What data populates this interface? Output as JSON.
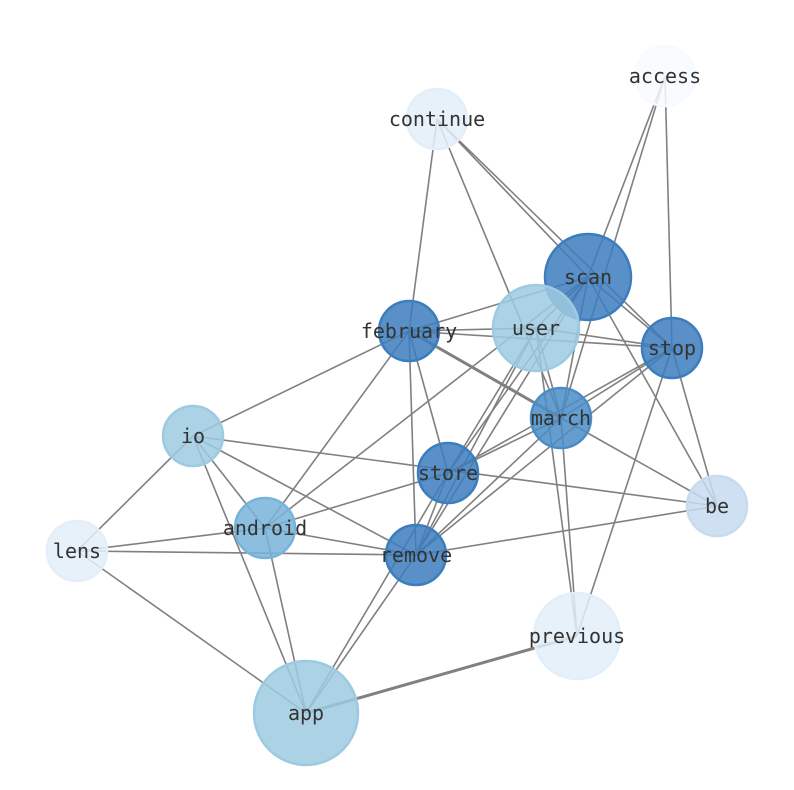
{
  "nodes": [
    {
      "id": "access",
      "label": "access",
      "color": "#f7fbff"
    },
    {
      "id": "continue",
      "label": "continue",
      "color": "#e3eef9"
    },
    {
      "id": "scan",
      "label": "scan",
      "color": "#3b7dbd"
    },
    {
      "id": "user",
      "label": "user",
      "color": "#9ecae1"
    },
    {
      "id": "february",
      "label": "february",
      "color": "#3b7dbd"
    },
    {
      "id": "stop",
      "label": "stop",
      "color": "#3b7dbd"
    },
    {
      "id": "march",
      "label": "march",
      "color": "#4a8cc6"
    },
    {
      "id": "io",
      "label": "io",
      "color": "#9ecae1"
    },
    {
      "id": "store",
      "label": "store",
      "color": "#3b7dbd"
    },
    {
      "id": "be",
      "label": "be",
      "color": "#c6dbef"
    },
    {
      "id": "android",
      "label": "android",
      "color": "#78b4d9"
    },
    {
      "id": "lens",
      "label": "lens",
      "color": "#e3eef9"
    },
    {
      "id": "remove",
      "label": "remove",
      "color": "#3b7dbd"
    },
    {
      "id": "previous",
      "label": "previous",
      "color": "#e3eef9"
    },
    {
      "id": "app",
      "label": "app",
      "color": "#9ecae1"
    }
  ],
  "edges": [
    [
      "access",
      "scan"
    ],
    [
      "access",
      "march"
    ],
    [
      "access",
      "stop"
    ],
    [
      "continue",
      "february"
    ],
    [
      "continue",
      "march"
    ],
    [
      "continue",
      "scan"
    ],
    [
      "continue",
      "stop"
    ],
    [
      "scan",
      "february"
    ],
    [
      "scan",
      "user"
    ],
    [
      "scan",
      "stop"
    ],
    [
      "scan",
      "march"
    ],
    [
      "scan",
      "store"
    ],
    [
      "scan",
      "remove"
    ],
    [
      "scan",
      "android"
    ],
    [
      "scan",
      "be"
    ],
    [
      "february",
      "user"
    ],
    [
      "february",
      "stop"
    ],
    [
      "february",
      "march"
    ],
    [
      "february",
      "io"
    ],
    [
      "february",
      "android"
    ],
    [
      "february",
      "remove"
    ],
    [
      "february",
      "store"
    ],
    [
      "user",
      "stop"
    ],
    [
      "user",
      "previous"
    ],
    [
      "user",
      "store"
    ],
    [
      "user",
      "remove"
    ],
    [
      "user",
      "march"
    ],
    [
      "stop",
      "march"
    ],
    [
      "stop",
      "store"
    ],
    [
      "stop",
      "remove"
    ],
    [
      "stop",
      "be"
    ],
    [
      "stop",
      "previous"
    ],
    [
      "march",
      "store"
    ],
    [
      "march",
      "remove"
    ],
    [
      "march",
      "be"
    ],
    [
      "march",
      "previous"
    ],
    [
      "io",
      "be"
    ],
    [
      "io",
      "android"
    ],
    [
      "io",
      "remove"
    ],
    [
      "io",
      "app"
    ],
    [
      "io",
      "lens"
    ],
    [
      "store",
      "android"
    ],
    [
      "store",
      "remove"
    ],
    [
      "store",
      "app"
    ],
    [
      "remove",
      "lens"
    ],
    [
      "remove",
      "android"
    ],
    [
      "remove",
      "be"
    ],
    [
      "remove",
      "app"
    ],
    [
      "lens",
      "android"
    ],
    [
      "lens",
      "app"
    ],
    [
      "android",
      "app"
    ],
    [
      "app",
      "previous"
    ]
  ],
  "heavy_edges": [
    [
      "app",
      "previous"
    ],
    [
      "february",
      "march"
    ]
  ],
  "edge_color": "#808080"
}
